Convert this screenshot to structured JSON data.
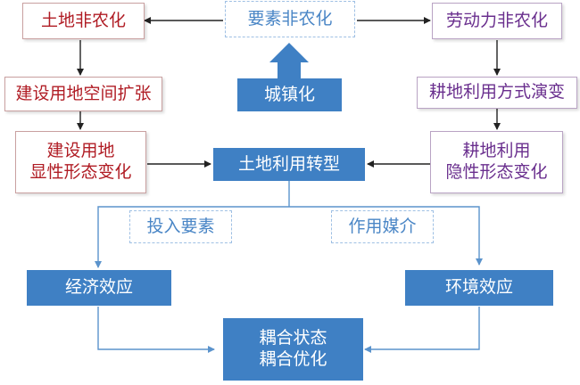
{
  "nodes": {
    "land_nonagri": "土地非农化",
    "factor_nonagri": "要素非农化",
    "labor_nonagri": "劳动力非农化",
    "urbanization": "城镇化",
    "construction_expansion": "建设用地空间扩张",
    "cultivated_mode_change": "耕地利用方式演变",
    "construction_dominant_line1": "建设用地",
    "construction_dominant_line2": "显性形态变化",
    "land_use_transition": "土地利用转型",
    "cultivated_recessive_line1": "耕地利用",
    "cultivated_recessive_line2": "隐性形态变化",
    "input_factors": "投入要素",
    "mediating": "作用媒介",
    "economic_effect": "经济效应",
    "environmental_effect": "环境效应",
    "coupling_line1": "耦合状态",
    "coupling_line2": "耦合优化"
  },
  "colors": {
    "red_text": "#b01c24",
    "purple_text": "#6a2f8e",
    "blue_fill": "#3f80c4",
    "dashed_border": "#9fc0e4",
    "arrow_dark": "#222222",
    "arrow_blue": "#5b93cc"
  }
}
